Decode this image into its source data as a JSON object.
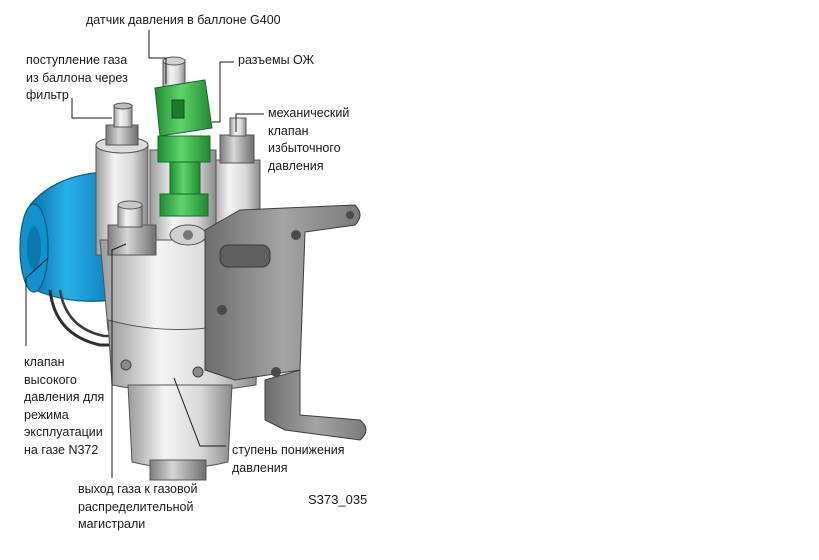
{
  "labels": {
    "sensor": "датчик давления в баллоне G400",
    "coolant": "разъемы ОЖ",
    "gas_inlet": "поступление газа\nиз баллона через\nфильтр",
    "relief_valve": "механический\nклапан\nизбыточного\nдавления",
    "hp_valve": "клапан\nвысокого\nдавления для\nрежима\nэксплуатации\nна газе N372",
    "reduction_stage": "ступень понижения\nдавления",
    "gas_outlet": "выход газа к газовой\nраспределительной\nмагистрали"
  },
  "figure_code": "S373_035",
  "colors": {
    "connector_green": "#3fbf4f",
    "solenoid_blue": "#1aa0dc",
    "metal_light": "#e9e9e9",
    "bracket_gray": "#8c8c8c"
  }
}
